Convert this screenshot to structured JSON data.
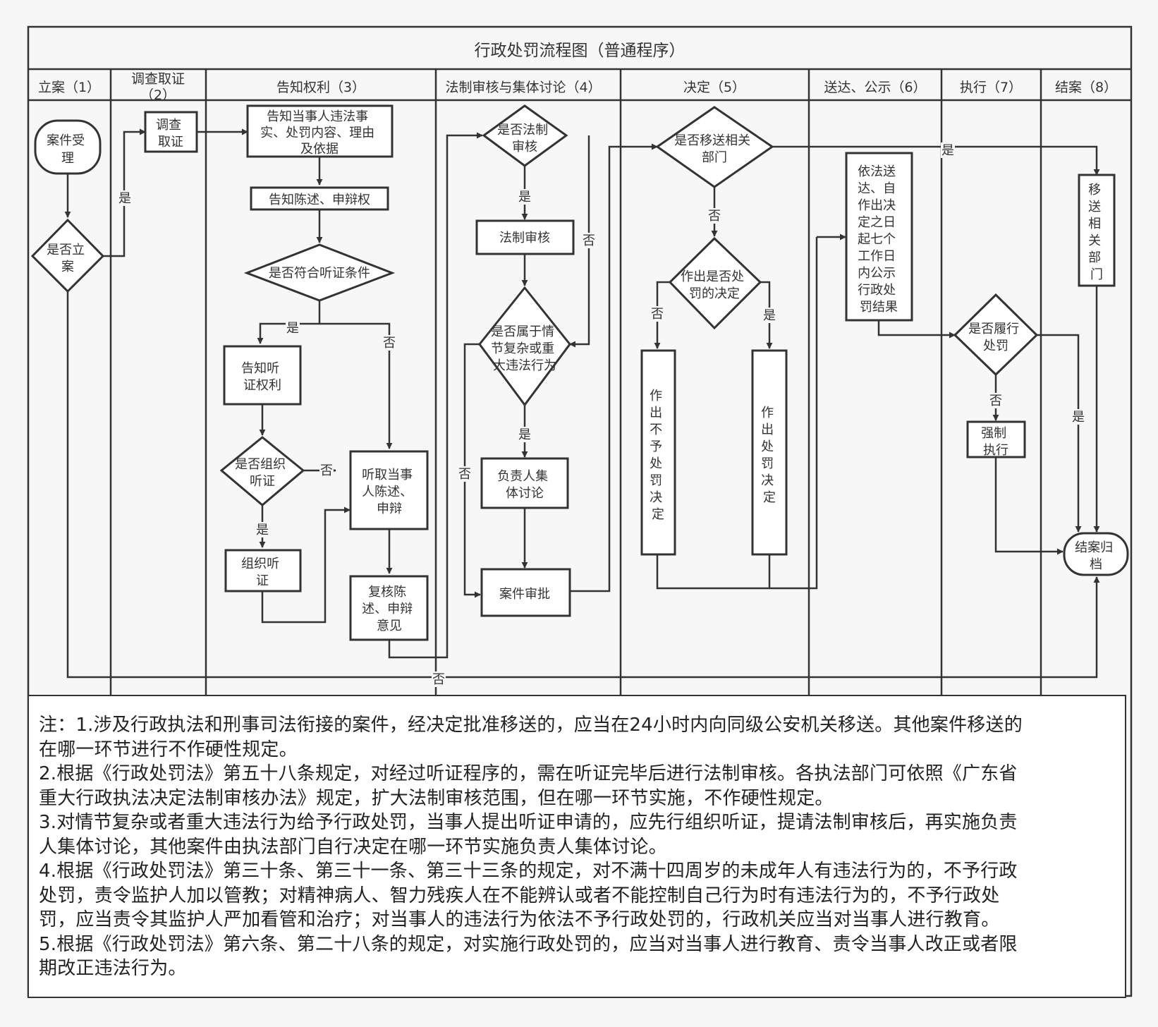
{
  "title": "行政处罚流程图（普通程序）",
  "lanes": [
    "立案（1）",
    "调查取证",
    "（2）",
    "告知权利（3）",
    "法制审核与集体讨论（4）",
    "决定（5）",
    "送达、公示（6）",
    "执行（7）",
    "结案（8）"
  ],
  "nodes": {
    "case_accept": [
      "案件受",
      "理"
    ],
    "file_case_q": [
      "是否立",
      "案"
    ],
    "investigate": [
      "调查",
      "取证"
    ],
    "notify_facts": [
      "告知当事人违法事",
      "实、处罚内容、理由",
      "及依据"
    ],
    "notify_defense": "告知陈述、申辩权",
    "hearing_cond_q": "是否符合听证条件",
    "notify_hearing": [
      "告知听",
      "证权利"
    ],
    "organize_hearing_q": [
      "是否组织",
      "听证"
    ],
    "organize_hearing": [
      "组织听",
      "证"
    ],
    "hear_statement": [
      "听取当事",
      "人陈述、",
      "申辩"
    ],
    "review_statement": [
      "复核陈",
      "述、申辩",
      "意见"
    ],
    "legal_review_q": [
      "是否法制",
      "审核"
    ],
    "legal_review": "法制审核",
    "complex_case_q": [
      "是否属于情",
      "节复杂或重",
      "大违法行为"
    ],
    "collective_discussion": [
      "负责人集",
      "体讨论"
    ],
    "case_approval": "案件审批",
    "transfer_q": [
      "是否移送相关",
      "部门"
    ],
    "punish_decision_q": [
      "作出是否处",
      "罚的决定"
    ],
    "no_punish_decision": [
      "作",
      "出",
      "不",
      "予",
      "处",
      "罚",
      "决",
      "定"
    ],
    "punish_decision": [
      "作",
      "出",
      "处",
      "罚",
      "决",
      "定"
    ],
    "delivery_publish": [
      "依法送",
      "达、自",
      "作出决",
      "定之日",
      "起七个",
      "工作日",
      "内公示",
      "行政处",
      "罚结果"
    ],
    "transfer_dept": [
      "移",
      "送",
      "相",
      "关",
      "部",
      "门"
    ],
    "fulfill_q": [
      "是否履行",
      "处罚"
    ],
    "enforce": [
      "强制",
      "执行"
    ],
    "close_archive": [
      "结案归",
      "档"
    ]
  },
  "edge_labels": {
    "yes": "是",
    "no": "否"
  },
  "notes": [
    "注：1.涉及行政执法和刑事司法衔接的案件，经决定批准移送的，应当在24小时内向同级公安机关移送。其他案件移送的",
    "在哪一环节进行不作硬性规定。",
    "2.根据《行政处罚法》第五十八条规定，对经过听证程序的，需在听证完毕后进行法制审核。各执法部门可依照《广东省",
    "重大行政执法决定法制审核办法》规定，扩大法制审核范围，但在哪一环节实施，不作硬性规定。",
    "3.对情节复杂或者重大违法行为给予行政处罚，当事人提出听证申请的，应先行组织听证，提请法制审核后，再实施负责",
    "人集体讨论，其他案件由执法部门自行决定在哪一环节实施负责人集体讨论。",
    "4.根据《行政处罚法》第三十条、第三十一条、第三十三条的规定，对不满十四周岁的未成年人有违法行为的，不予行政",
    "处罚，责令监护人加以管教；对精神病人、智力残疾人在不能辨认或者不能控制自己行为时有违法行为的，不予行政处",
    "罚，应当责令其监护人严加看管和治疗；对当事人的违法行为依法不予行政处罚的，行政机关应当对当事人进行教育。",
    "5.根据《行政处罚法》第六条、第二十八条的规定，对实施行政处罚的，应当对当事人进行教育、责令当事人改正或者限",
    "期改正违法行为。"
  ]
}
